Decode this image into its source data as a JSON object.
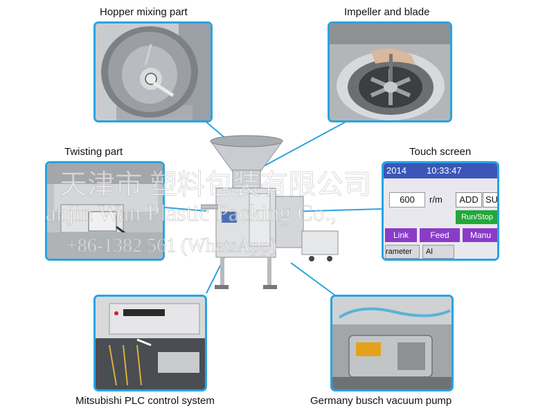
{
  "labels": {
    "hopper": "Hopper mixing part",
    "impeller": "Impeller and blade",
    "twisting": "Twisting part",
    "touch": "Touch screen",
    "plc": "Mitsubishi PLC control system",
    "pump": "Germany  busch  vacuum pump"
  },
  "touch_screen": {
    "date": "2014",
    "time": "10:33:47",
    "speed_value": "600",
    "speed_unit": "r/m",
    "add_label": "ADD",
    "sub_label": "SU",
    "run_stop_label": "Run/Stop",
    "link_label": "Link",
    "feed_label": "Feed",
    "manual_label": "Manu",
    "parameter_label": "rameter",
    "alarm_label": "Al"
  },
  "watermark": {
    "line1": "天津市   塑料包装有限公司",
    "line2": "anjin Wan      Plastic Packing Co.,",
    "line3": "+86-1382    561    (WhatsApp)"
  },
  "colors": {
    "panel_border": "#2aa3e0",
    "connector_line": "#2aa3e0",
    "screen_button_purple": "#8a3cc8",
    "screen_button_green": "#22a83a",
    "screen_bg": "#e8e8ee"
  }
}
